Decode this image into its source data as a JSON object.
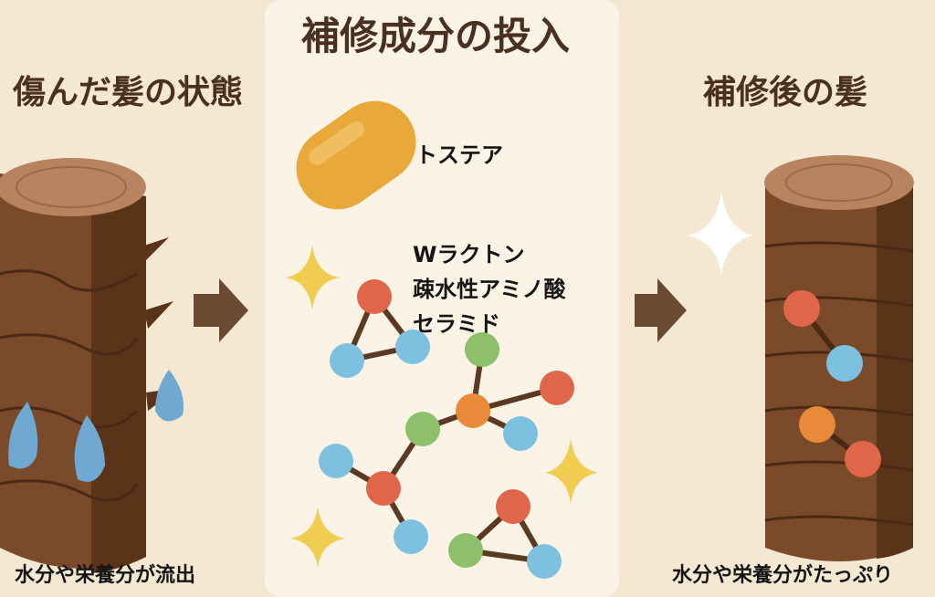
{
  "left": {
    "title": "傷んだ髪の状態",
    "caption": "水分や栄養分が流出"
  },
  "middle": {
    "title": "補修成分の投入",
    "ingredients": {
      "capsule_label": "トステア",
      "molecule_labels": [
        "Wラクトン",
        "疎水性アミノ酸",
        "セラミド"
      ]
    }
  },
  "right": {
    "title": "補修後の髪",
    "caption": "水分や栄養分がたっぷり"
  },
  "colors": {
    "background": "#f4e8d2",
    "panel": "#fbf4e6",
    "hair_brown": "#7a4a2a",
    "capsule": "#e8a83a",
    "molecule_red": "#e0664a",
    "molecule_blue": "#7ec0e0",
    "molecule_green": "#8cc06a",
    "molecule_orange": "#e88a3a",
    "sparkle": "#f0cc50",
    "water": "#6fa8d0"
  }
}
